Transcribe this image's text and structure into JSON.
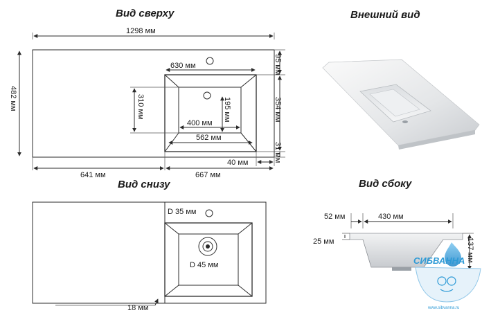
{
  "titles": {
    "top_view": "Вид сверху",
    "exterior": "Внешний вид",
    "bottom_view": "Вид снизу",
    "side_view": "Вид сбоку"
  },
  "top_dims": {
    "total_width": "1298 мм",
    "depth": "482 мм",
    "bowl_outer": "630 мм",
    "top_offset": "95 мм",
    "bowl_inner_height": "310 мм",
    "bowl_depth_dim": "195 мм",
    "bowl_floor": "400 мм",
    "bowl_opening": "562 мм",
    "bowl_total": "354 мм",
    "rim_right": "40 мм",
    "rim_bottom": "31 мм",
    "left_part": "641 мм",
    "right_part": "667 мм"
  },
  "bottom_dims": {
    "tap_hole": "D 35 мм",
    "drain_hole": "D 45 мм",
    "edge": "18 мм"
  },
  "side_dims": {
    "rim": "52 мм",
    "bowl_len": "430 мм",
    "thickness": "25 мм",
    "height": "137 мм"
  },
  "watermark": {
    "brand": "СИБВАННА",
    "site": "www.sibvanna.ru"
  },
  "colors": {
    "logo": "#2d9ad6",
    "line": "#2b2b2b"
  }
}
